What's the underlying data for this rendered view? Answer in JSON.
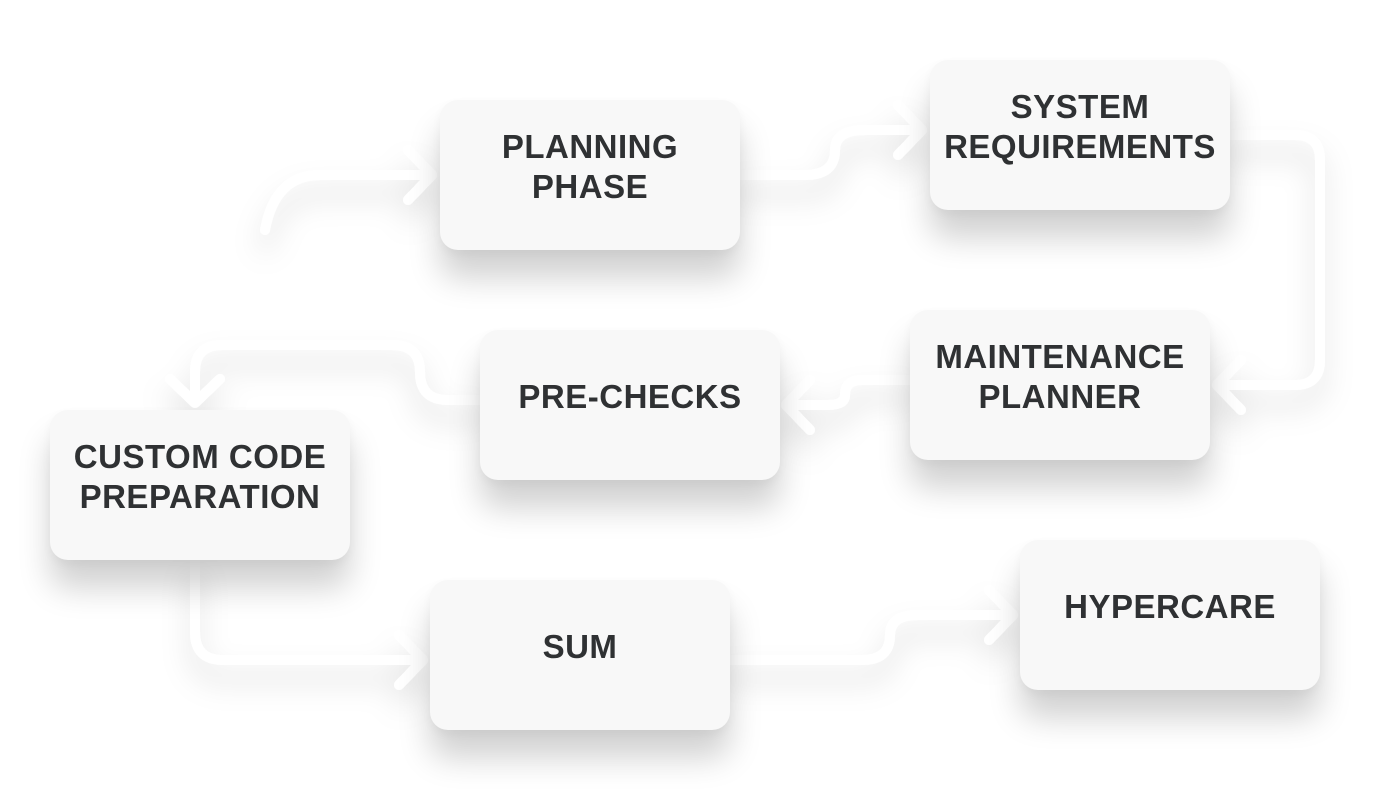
{
  "nodes": {
    "planning": {
      "line1": "PLANNING",
      "line2": "PHASE"
    },
    "system": {
      "line1": "SYSTEM",
      "line2": "REQUIREMENTS"
    },
    "maintenance": {
      "line1": "MAINTENANCE",
      "line2": "PLANNER"
    },
    "prechecks": {
      "line1": "PRE-CHECKS"
    },
    "custom": {
      "line1": "CUSTOM CODE",
      "line2": "PREPARATION"
    },
    "sum": {
      "line1": "SUM"
    },
    "hypercare": {
      "line1": "HYPERCARE"
    }
  },
  "colors": {
    "text": "#2f3133",
    "box": "#f8f8f8",
    "connector": "#ffffff"
  }
}
